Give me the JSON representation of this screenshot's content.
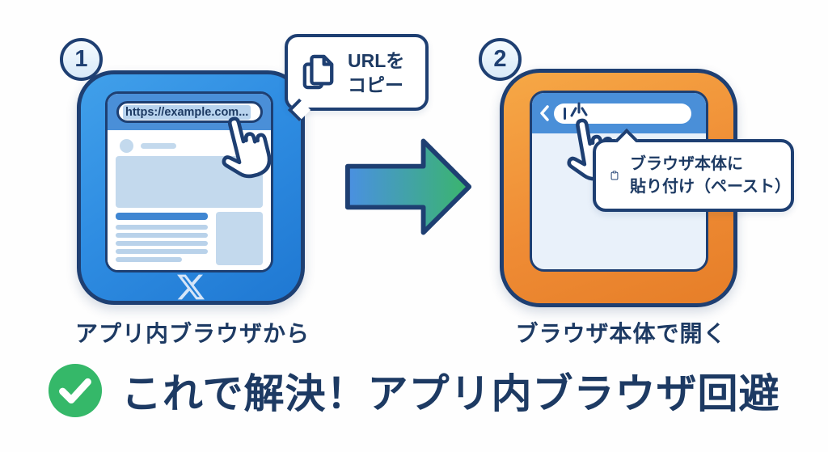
{
  "illustration": {
    "step1": {
      "badge": "1",
      "caption": "アプリ内ブラウザから",
      "browser": {
        "url_bar_text": "https://example.com..."
      },
      "bubble": {
        "line1": "URLを",
        "line2": "コピー",
        "icon": "copy-icon"
      },
      "app_logo_icon": "x-twitter-logo",
      "frame_color": "#2f8de2"
    },
    "step2": {
      "badge": "2",
      "caption": "ブラウザ本体で開く",
      "bubble": {
        "line1": "ブラウザ本体に",
        "line2": "貼り付け（ペースト）",
        "icon": "clipboard-icon"
      },
      "frame_color": "#ef8c35"
    },
    "arrow_icon": "right-arrow",
    "headline": {
      "check_icon": "check-circle",
      "text": "これで解決！アプリ内ブラウザ回避"
    },
    "colors": {
      "outline_navy": "#1e3f72",
      "text_navy": "#1d3a63",
      "header_blue": "#4a8fd8",
      "step1_frame_blue": "#2f8de2",
      "step2_frame_orange": "#ef8c35",
      "selection_highlight_blue": "#b8d3ee",
      "placeholder_blue": "#c3d9ed",
      "arrow_gradient_start": "#4a90e2",
      "arrow_gradient_end": "#3ab56c",
      "check_green": "#35b869"
    }
  }
}
